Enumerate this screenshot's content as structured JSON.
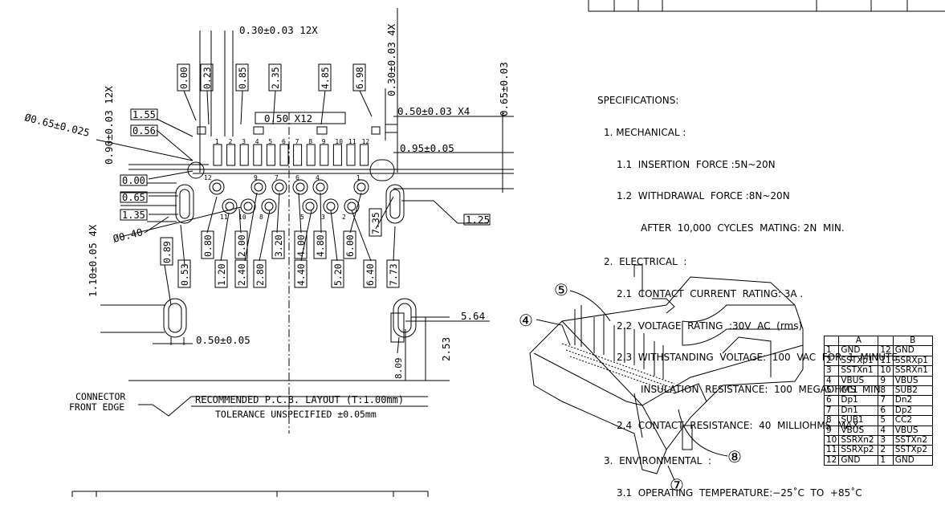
{
  "dims": {
    "pitch_12x": "0.30±0.03  12X",
    "pitch_4x_v": "0.30±0.03  4X",
    "width_12x_v": "0.90±0.03  12X",
    "dia_slot": "Ø0.65±0.025",
    "pad_x4": "0.50±0.03  X4",
    "slot_h": "0.65±0.03",
    "pad_pitch": "0.50  X12",
    "offset_095": "0.95±0.05",
    "dia_hole": "Ø0.40",
    "slot_4x": "1.10±0.05  4X",
    "slot_w": "0.50±0.05",
    "dim_125": "1.25",
    "dim_564": "5.64",
    "dim_253": "2.53",
    "dim_809": "8.09",
    "top_boxes": [
      "0.00",
      "0.23",
      "0.85",
      "2.35",
      "4.85",
      "6.98"
    ],
    "left_boxes": [
      "1.55",
      "0.56",
      "0.00",
      "0.65",
      "1.35"
    ],
    "bottom_boxes": [
      "0.89",
      "0.53",
      "0.80",
      "1.20",
      "2.00",
      "2.40",
      "2.80",
      "3.20",
      "4.00",
      "4.40",
      "4.80",
      "5.20",
      "6.00",
      "6.40",
      "7.35",
      "7.73"
    ],
    "pad_numbers": [
      "1",
      "2",
      "3",
      "4",
      "5",
      "6",
      "7",
      "8",
      "9",
      "10",
      "11",
      "12"
    ],
    "hole_numbers_top": [
      "12",
      "9",
      "7",
      "6",
      "4",
      "1"
    ],
    "hole_numbers_bottom": [
      "11",
      "10",
      "8",
      "5",
      "3",
      "2"
    ]
  },
  "labels": {
    "front_edge_1": "CONNECTOR",
    "front_edge_2": "FRONT EDGE",
    "layout_title": "RECOMMENDED  P.C.B. LAYOUT (T:1.00mm)",
    "tolerance": "TOLERANCE  UNSPECIFIED  ±0.05mm",
    "callouts": [
      "⑤",
      "④",
      "⑧",
      "⑦"
    ]
  },
  "specs": {
    "title": "SPECIFICATIONS:",
    "mech": "1. MECHANICAL :",
    "mech1": "1.1  INSERTION  FORCE :5N~20N",
    "mech2": "1.2  WITHDRAWAL  FORCE :8N~20N",
    "mech3": "AFTER  10,000  CYCLES  MATING: 2N  MIN.",
    "elec": "2.  ELECTRICAL  :",
    "elec1": "2.1  CONTACT  CURRENT  RATING: 3A .",
    "elec2": "2.2  VOLTAGE  RATING  :30V  AC  (rms)",
    "elec3": "2.3  WITHSTANDING  VOLTAGE:  100  VAC  FOR  1  MINUTE.",
    "elec3b": "INSULATION  RESISTANCE:  100  MEGAOHMS  MIN.",
    "elec4": "2.4  CONTACT  RESISTANCE:  40  MILLIOHMS  MAX.",
    "env": "3.  ENVIRONMENTAL  :",
    "env1": "3.1  OPERATING  TEMPERATURE:−25˚C  TO  +85˚C"
  },
  "pin_table": {
    "header_a": "A",
    "header_b": "B",
    "rows": [
      [
        "1",
        "GND",
        "12",
        "GND"
      ],
      [
        "2",
        "SSTXp1",
        "11",
        "SSRXp1"
      ],
      [
        "3",
        "SSTXn1",
        "10",
        "SSRXn1"
      ],
      [
        "4",
        "VBUS",
        "9",
        "VBUS"
      ],
      [
        "5",
        "CC1",
        "8",
        "SUB2"
      ],
      [
        "6",
        "Dp1",
        "7",
        "Dn2"
      ],
      [
        "7",
        "Dn1",
        "6",
        "Dp2"
      ],
      [
        "8",
        "SUB1",
        "5",
        "CC2"
      ],
      [
        "9",
        "VBUS",
        "4",
        "VBUS"
      ],
      [
        "10",
        "SSRXn2",
        "3",
        "SSTXn2"
      ],
      [
        "11",
        "SSRXp2",
        "2",
        "SSTXp2"
      ],
      [
        "12",
        "GND",
        "1",
        "GND"
      ]
    ]
  }
}
